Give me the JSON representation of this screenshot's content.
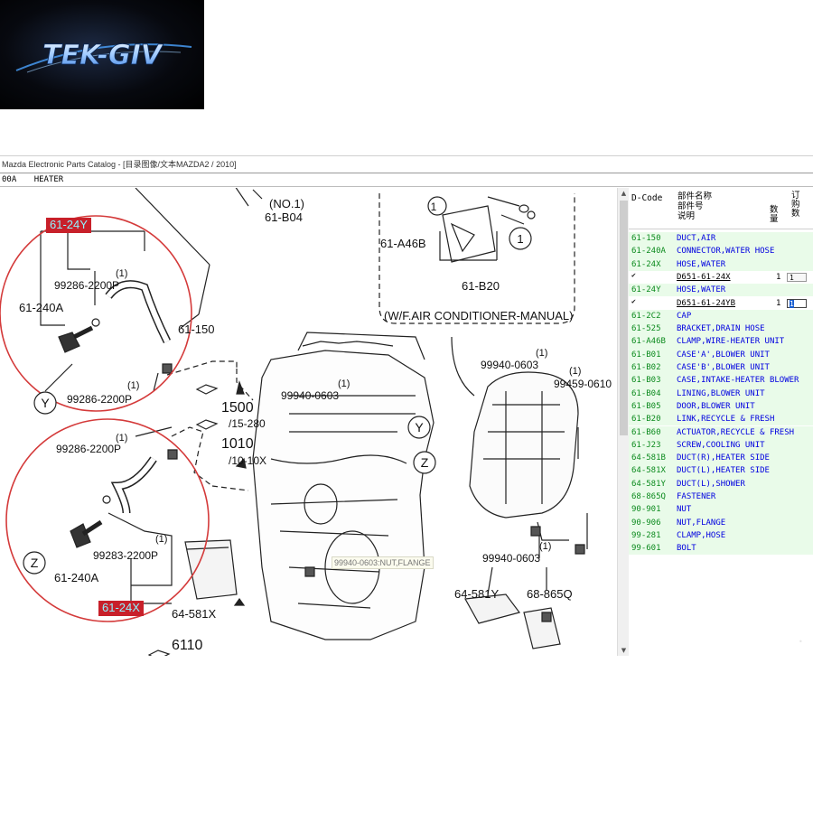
{
  "logo": {
    "text": "TEK-GIV"
  },
  "window": {
    "title": "Mazda Electronic Parts Catalog - [目录图像/文本MAZDA2 / 2010]",
    "path_code": "00A",
    "path_title": "HEATER"
  },
  "diagram": {
    "labels": {
      "no1": "(NO.1)",
      "b04": "61-B04",
      "a46b": "61-A46B",
      "b20": "61-B20",
      "wf_note": "(W/F.AIR CONDITIONER-MANUAL)",
      "p150": "61-150",
      "clip_top": "99286-2200P",
      "clip_top_qty": "(1)",
      "p240a_top": "61-240A",
      "clip_bottom_y": "99286-2200P",
      "clip_bottom_y_qty": "(1)",
      "nut_mid": "99940-0603",
      "nut_mid_qty": "(1)",
      "ref1500": "1500",
      "ref1500_sub": "/15-280",
      "ref1010": "1010",
      "ref1010_sub": "/10-10X",
      "clip_z_top": "99286-2200P",
      "clip_z_top_qty": "(1)",
      "clip_z_bot": "99283-2200P",
      "clip_z_bot_qty": "(1)",
      "p240a_bot": "61-240A",
      "p581x": "64-581X",
      "ref6110": "6110",
      "nut_right_top": "99940-0603",
      "nut_right_top_qty": "(1)",
      "nut_right_2": "99459-0610",
      "nut_right_2_qty": "(1)",
      "nut_right_bot": "99940-0603",
      "nut_right_bot_qty": "(1)",
      "p581y": "64-581Y",
      "p865q": "68-865Q",
      "callout_y": "Y",
      "callout_z": "Z",
      "callout_1": "1"
    },
    "highlight_y": "61-24Y",
    "highlight_x": "61-24X",
    "tooltip": "99940-0603:NUT,FLANGE"
  },
  "parts_panel": {
    "headers": {
      "dcode": "D-Code",
      "part_name_cn": "部件名称",
      "part_no_cn": "部件号",
      "desc_cn": "说明",
      "qty_cn": "数量",
      "order_cn": "订购数"
    },
    "rows": [
      {
        "type": "part",
        "code": "61-150",
        "desc": "DUCT,AIR"
      },
      {
        "type": "part",
        "code": "61-240A",
        "desc": "CONNECTOR,WATER HOSE"
      },
      {
        "type": "part",
        "code": "61-24X",
        "desc": "HOSE,WATER"
      },
      {
        "type": "sub",
        "check": "✔",
        "pn": "D651-61-24X",
        "qty": "1",
        "order": "1",
        "active": false
      },
      {
        "type": "part",
        "code": "61-24Y",
        "desc": "HOSE,WATER"
      },
      {
        "type": "sub",
        "check": "✔",
        "pn": "D651-61-24YB",
        "qty": "1",
        "order": "1",
        "active": true
      },
      {
        "type": "part",
        "code": "61-2C2",
        "desc": "CAP"
      },
      {
        "type": "part",
        "code": "61-525",
        "desc": "BRACKET,DRAIN HOSE"
      },
      {
        "type": "part",
        "code": "61-A46B",
        "desc": "CLAMP,WIRE-HEATER UNIT"
      },
      {
        "type": "part",
        "code": "61-B01",
        "desc": "CASE'A',BLOWER UNIT"
      },
      {
        "type": "part",
        "code": "61-B02",
        "desc": "CASE'B',BLOWER UNIT"
      },
      {
        "type": "part",
        "code": "61-B03",
        "desc": "CASE,INTAKE-HEATER BLOWER"
      },
      {
        "type": "part",
        "code": "61-B04",
        "desc": "LINING,BLOWER UNIT"
      },
      {
        "type": "part",
        "code": "61-B05",
        "desc": "DOOR,BLOWER UNIT"
      },
      {
        "type": "part",
        "code": "61-B20",
        "desc": "LINK,RECYCLE & FRESH"
      },
      {
        "type": "part",
        "code": "61-B60",
        "desc": "ACTUATOR,RECYCLE & FRESH"
      },
      {
        "type": "part",
        "code": "61-J23",
        "desc": "SCREW,COOLING UNIT"
      },
      {
        "type": "part",
        "code": "64-581B",
        "desc": "DUCT(R),HEATER SIDE"
      },
      {
        "type": "part",
        "code": "64-581X",
        "desc": "DUCT(L),HEATER SIDE"
      },
      {
        "type": "part",
        "code": "64-581Y",
        "desc": "DUCT(L),SHOWER"
      },
      {
        "type": "part",
        "code": "68-865Q",
        "desc": "FASTENER"
      },
      {
        "type": "part",
        "code": "90-901",
        "desc": "NUT"
      },
      {
        "type": "part",
        "code": "90-906",
        "desc": "NUT,FLANGE"
      },
      {
        "type": "part",
        "code": "99-281",
        "desc": "CLAMP,HOSE"
      },
      {
        "type": "part",
        "code": "99-601",
        "desc": "BOLT"
      }
    ]
  },
  "colors": {
    "highlight_bg": "#c8202a",
    "highlight_text": "#8ff4ff",
    "code_green": "#0b8a1d",
    "desc_blue": "#0000e0",
    "row_bg": "#e9fbe9",
    "callout_circle": "#d43a3a"
  }
}
